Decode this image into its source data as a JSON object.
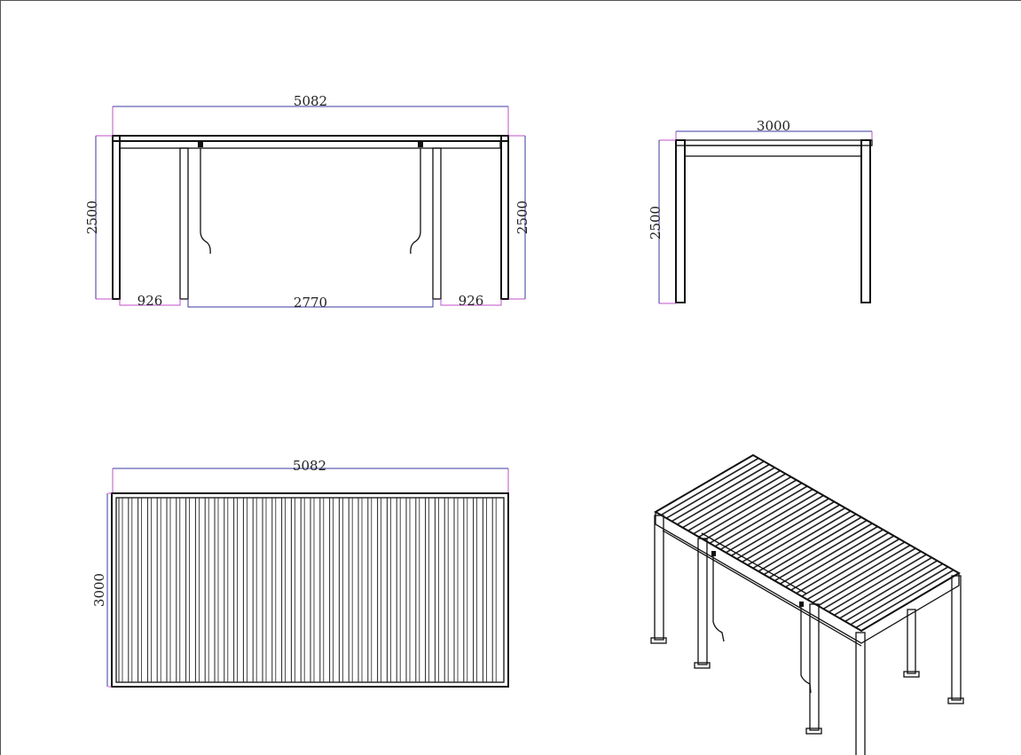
{
  "colors": {
    "dimension_line": "#3a3aa0",
    "extension_line": "#c050c8",
    "drawing": "#111111"
  },
  "front_view": {
    "width_label": "5082",
    "height_left_label": "2500",
    "height_right_label": "2500",
    "span_left_label": "926",
    "span_center_label": "2770",
    "span_right_label": "926"
  },
  "side_view": {
    "width_label": "3000",
    "height_label": "2500"
  },
  "top_view": {
    "width_label": "5082",
    "depth_label": "3000"
  }
}
